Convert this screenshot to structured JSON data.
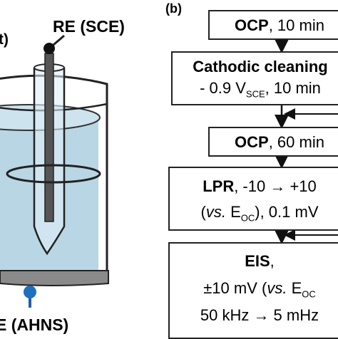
{
  "panel_a": {
    "label_partial": "t)",
    "re_label": "RE (SCE)",
    "we_label": "E (AHNS)"
  },
  "panel_b": {
    "label": "(b)",
    "step_ocp1": {
      "title": "OCP",
      "text": ", 10 min"
    },
    "step_cathodic": {
      "title": "Cathodic cleaning",
      "line2_pre": "- 0.9 V",
      "line2_sub": "SCE",
      "line2_post": ", 10 min"
    },
    "step_ocp2": {
      "title": "OCP",
      "text": ", 60 min"
    },
    "step_lpr": {
      "title": "LPR",
      "line1_rest": ", -10 → +10",
      "line2_pre_italic": "vs.",
      "line2_mid": " E",
      "line2_sub": "OC",
      "line2_post": "), 0.1 mV"
    },
    "step_eis": {
      "title": "EIS",
      "title_suffix": ",",
      "line2_pre": "±10 mV (",
      "line2_italic": "vs.",
      "line2_mid": " E",
      "line2_sub": "OC",
      "line3": "50 kHz → 5 mHz"
    }
  }
}
